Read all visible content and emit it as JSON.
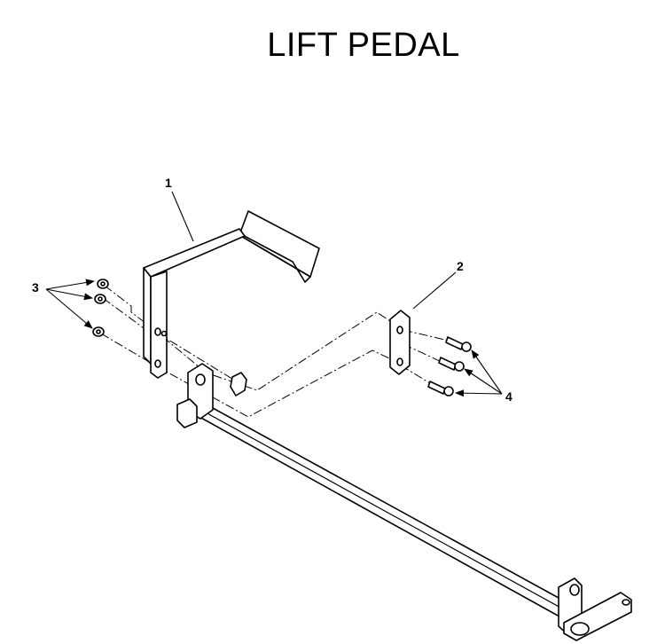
{
  "title": "LIFT PEDAL",
  "callouts": {
    "c1": "1",
    "c2": "2",
    "c3": "3",
    "c4": "4"
  }
}
